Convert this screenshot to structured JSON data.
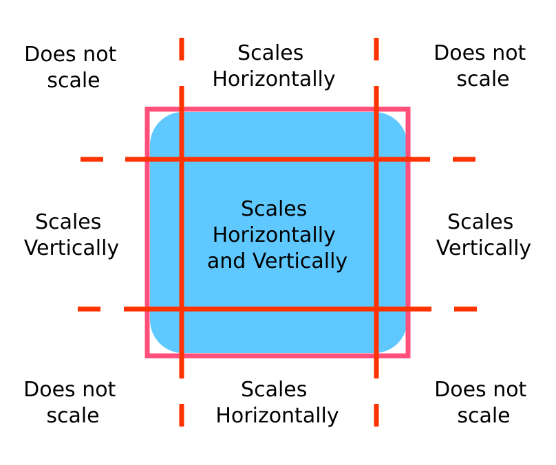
{
  "colors": {
    "background": "#ffffff",
    "rounded_fill": "#5ec8ff",
    "bounds_stroke": "#ff4f7a",
    "slice_lines": "#ff3300",
    "text": "#000000"
  },
  "regions": {
    "top_left": {
      "lines": [
        "Does not",
        "scale"
      ]
    },
    "top_center": {
      "lines": [
        "Scales",
        "Horizontally"
      ]
    },
    "top_right": {
      "lines": [
        "Does not",
        "scale"
      ]
    },
    "middle_left": {
      "lines": [
        "Scales",
        "Vertically"
      ]
    },
    "center": {
      "lines": [
        "Scales",
        "Horizontally",
        "and Vertically"
      ]
    },
    "middle_right": {
      "lines": [
        "Scales",
        "Vertically"
      ]
    },
    "bottom_left": {
      "lines": [
        "Does not",
        "scale"
      ]
    },
    "bottom_center": {
      "lines": [
        "Scales",
        "Horizontally"
      ]
    },
    "bottom_right": {
      "lines": [
        "Does not",
        "scale"
      ]
    }
  }
}
